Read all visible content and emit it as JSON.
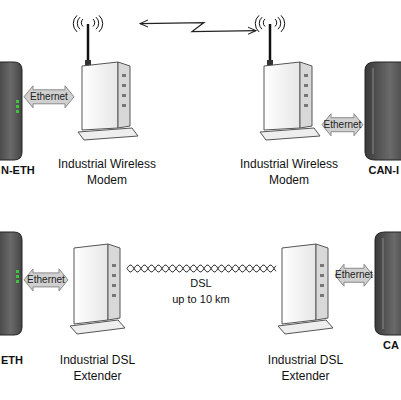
{
  "diagram": {
    "nodes": [
      {
        "text": [
          "N-ETH"
        ]
      },
      {
        "text": [
          "Industrial Wireless Modem"
        ]
      },
      {
        "text": [
          "Industrial Wireless Modem"
        ]
      },
      {
        "text": [
          "CAN-I"
        ]
      },
      {
        "text": [
          "ETH"
        ]
      },
      {
        "text": [
          "Industrial DSL Extender"
        ]
      },
      {
        "text": [
          "Industrial DSL Extender"
        ]
      },
      {
        "text": [
          "CA"
        ]
      }
    ],
    "edges": [
      {
        "from": 0,
        "to": 1,
        "label": "Ethernet",
        "arrow": "both"
      },
      {
        "from": 1,
        "to": 2,
        "arrow": "both"
      },
      {
        "from": 2,
        "to": 3,
        "label": "Ethernet",
        "arrow": "both"
      },
      {
        "from": 4,
        "to": 5,
        "label": "Ethernet",
        "arrow": "both"
      },
      {
        "from": 5,
        "to": 6,
        "arrow": "none"
      },
      {
        "from": 6,
        "to": 7,
        "label": "Ethernet",
        "arrow": "both"
      }
    ],
    "labels": [
      "DSL",
      "up to 10 km"
    ]
  }
}
